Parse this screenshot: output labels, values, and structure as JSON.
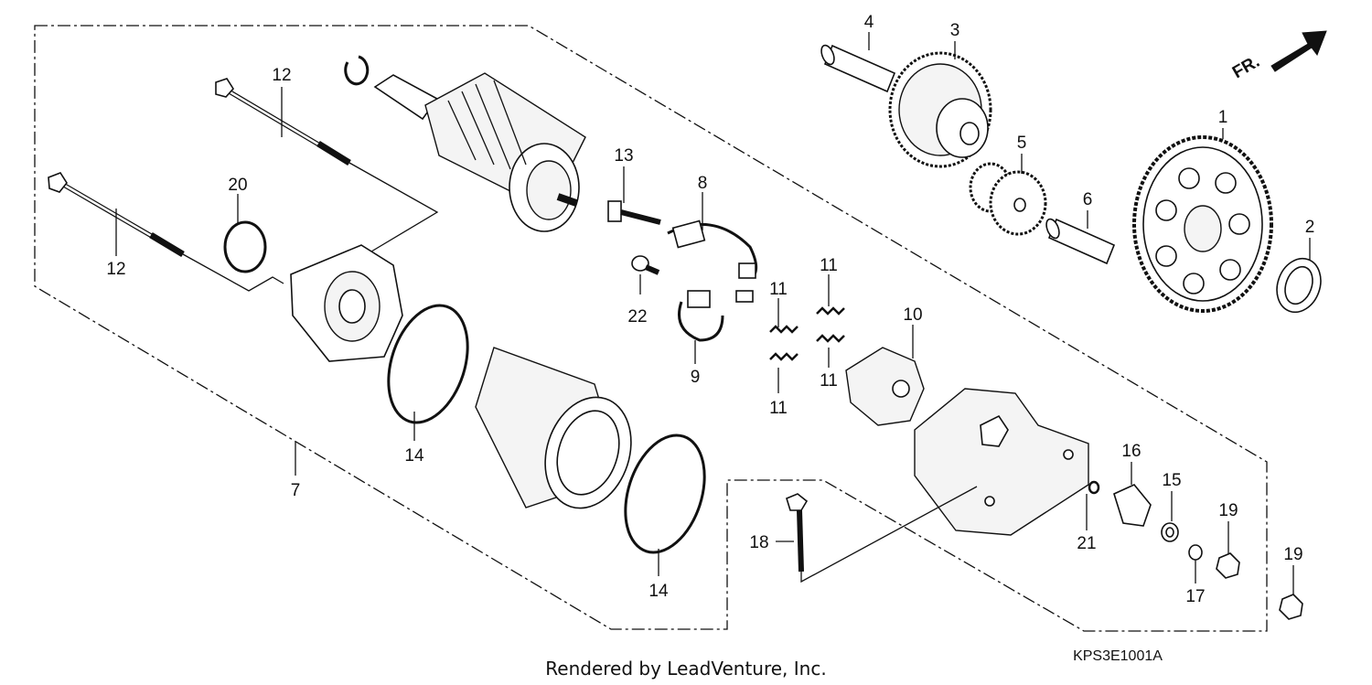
{
  "diagram": {
    "footer_text": "Rendered by LeadVenture, Inc.",
    "drawing_code": "KPS3E1001A",
    "direction_label": "FR."
  },
  "callouts": {
    "c1": "1",
    "c2": "2",
    "c3": "3",
    "c4": "4",
    "c5": "5",
    "c6": "6",
    "c7": "7",
    "c8": "8",
    "c9": "9",
    "c10": "10",
    "c11a": "11",
    "c11b": "11",
    "c11c": "11",
    "c11d": "11",
    "c12a": "12",
    "c12b": "12",
    "c13": "13",
    "c14a": "14",
    "c14b": "14",
    "c15": "15",
    "c16": "16",
    "c17": "17",
    "c18": "18",
    "c19a": "19",
    "c19b": "19",
    "c20": "20",
    "c21": "21",
    "c22": "22"
  }
}
